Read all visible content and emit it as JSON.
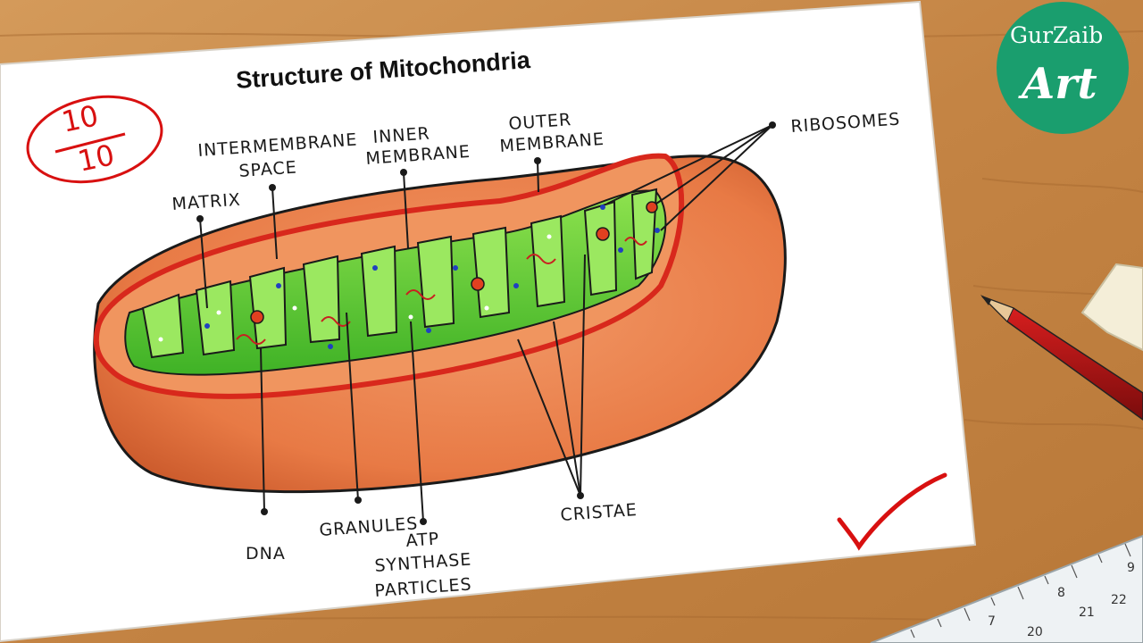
{
  "title": "Structure of Mitochondria",
  "grade": {
    "numerator": "10",
    "denominator": "10"
  },
  "logo": {
    "line1": "GurZaib",
    "line2": "Art",
    "bg_color": "#1a9e6e"
  },
  "labels": {
    "matrix": "MATRIX",
    "intermembrane_1": "INTERMEMBRANE",
    "intermembrane_2": "SPACE",
    "inner_1": "INNER",
    "inner_2": "MEMBRANE",
    "outer_1": "OUTER",
    "outer_2": "MEMBRANE",
    "ribosomes": "RIBOSOMES",
    "dna": "DNA",
    "granules": "GRANULES",
    "atp_1": "ATP",
    "atp_2": "SYNTHASE",
    "atp_3": "PARTICLES",
    "cristae": "CRISTAE"
  },
  "ruler": {
    "numbers": [
      "7",
      "8",
      "9",
      "20",
      "21",
      "22"
    ]
  },
  "colors": {
    "wood": "#c98a4a",
    "outer_membrane": "#e8824e",
    "inner_edge": "#d8281c",
    "matrix_green": "#6bd43a",
    "grade_red": "#d81010",
    "tick_red": "#d81010"
  }
}
